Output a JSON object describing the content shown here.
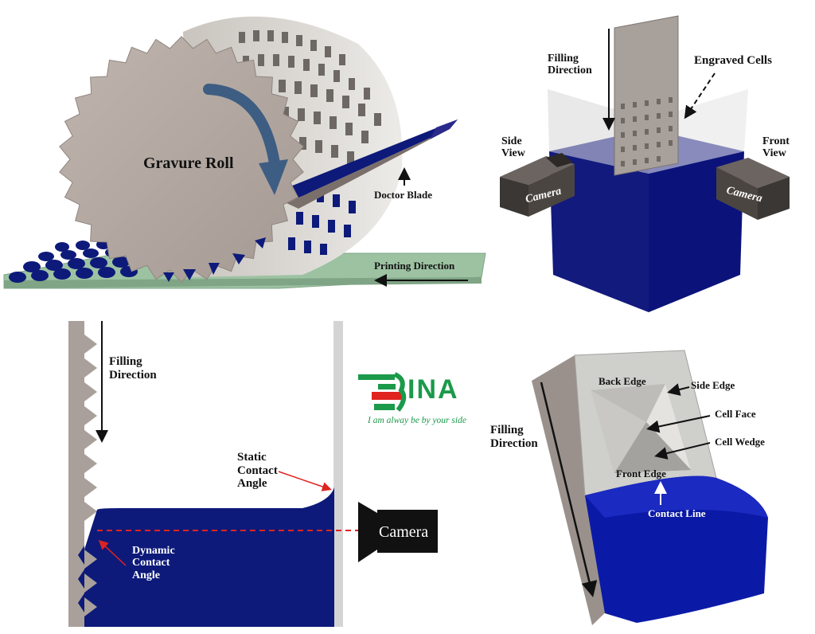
{
  "panel_gravure": {
    "roll_label": "Gravure Roll",
    "doctor_blade_label": "Doctor Blade",
    "printing_direction_label": "Printing Direction"
  },
  "panel_cells": {
    "filling_direction_label": "Filling\nDirection",
    "engraved_cells_label": "Engraved Cells",
    "side_view_label": "Side\nView",
    "front_view_label": "Front\nView",
    "camera_left_label": "Camera",
    "camera_right_label": "Camera"
  },
  "panel_contact": {
    "filling_direction_label": "Filling\nDirection",
    "static_angle_label": "Static\nContact\nAngle",
    "dynamic_angle_label": "Dynamic\nContact\nAngle",
    "camera_label": "Camera"
  },
  "logo": {
    "text": "INA",
    "tagline": "I am alway be by your side"
  },
  "panel_cell_detail": {
    "filling_direction_label": "Filling\nDirection",
    "back_edge_label": "Back Edge",
    "side_edge_label": "Side Edge",
    "cell_face_label": "Cell Face",
    "cell_wedge_label": "Cell Wedge",
    "front_edge_label": "Front Edge",
    "contact_line_label": "Contact Line"
  },
  "colors": {
    "ink_blue": "#0d1a7a",
    "roll_gray": "#b3a9a3",
    "substrate_green": "#9cc2a2",
    "arrow_red": "#e0231f",
    "logo_green": "#1a9a4a"
  }
}
